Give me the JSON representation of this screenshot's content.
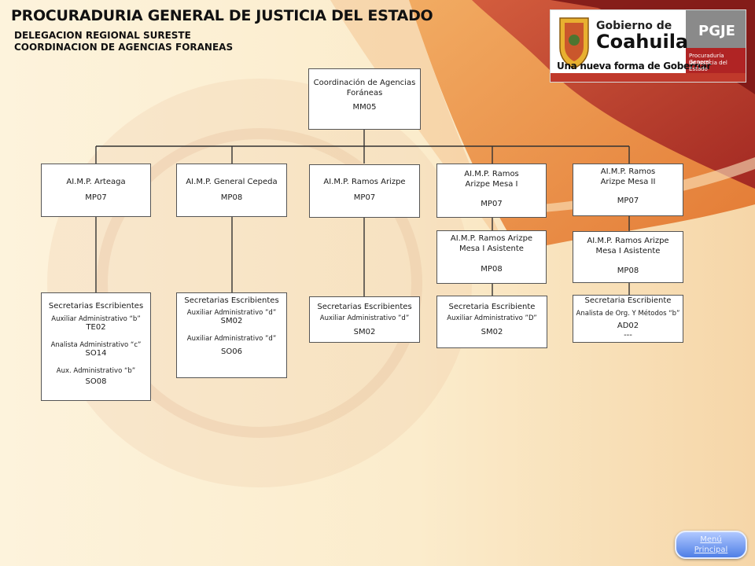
{
  "header": {
    "title": "PROCURADURIA GENERAL DE JUSTICIA DEL ESTADO",
    "subtitle1": "DELEGACION REGIONAL SURESTE",
    "subtitle2": "COORDINACION DE AGENCIAS FORANEAS"
  },
  "logo": {
    "gov_line1": "Gobierno de",
    "gov_line2": "Coahuila",
    "slogan": "Una nueva forma de Gobernar",
    "pgje": "PGJE",
    "pgje_line1": "Procuraduría General",
    "pgje_line2": "de Justicia del Estado"
  },
  "colors": {
    "orange": "#e8782c",
    "red": "#c0392b",
    "dark_red": "#8b1a1a",
    "cream": "#fbf0d8",
    "logo_gray": "#8a8a8a"
  },
  "org": {
    "root": {
      "title": "Coordinación  de Agencias Foráneas",
      "code": "MM05"
    },
    "agencies": [
      {
        "title": "AI.M.P. Arteaga",
        "code": "MP07"
      },
      {
        "title": "AI.M.P. General Cepeda",
        "code": "MP08"
      },
      {
        "title": "AI.M.P. Ramos Arizpe",
        "code": "MP07"
      },
      {
        "title": "AI.M.P. Ramos Arizpe Mesa I",
        "code": "MP07"
      },
      {
        "title": "AI.M.P. Ramos Arizpe Mesa II",
        "code": "MP07"
      }
    ],
    "assistants": [
      {
        "title": "AI.M.P. Ramos Arizpe Mesa I Asistente",
        "code": "MP08"
      },
      {
        "title": "AI.M.P. Ramos Arizpe Mesa I Asistente",
        "code": "MP08"
      }
    ],
    "secretaries": [
      {
        "title": "Secretarias Escribientes",
        "lines": [
          {
            "role": "Auxiliar Administrativo “b”",
            "code": "TE02"
          },
          {
            "role": "Analista Administrativo “c”",
            "code": "SO14"
          },
          {
            "role": "Aux. Administrativo “b”",
            "code": "SO08"
          }
        ]
      },
      {
        "title": "Secretarias Escribientes",
        "lines": [
          {
            "role": "Auxiliar Administrativo ”d”",
            "code": "SM02"
          },
          {
            "role": "Auxiliar Administrativo ”d”",
            "code": "SO06"
          }
        ]
      },
      {
        "title": "Secretarias Escribientes",
        "lines": [
          {
            "role": "Auxiliar Administrativo ”d”",
            "code": "SM02"
          }
        ]
      },
      {
        "title": "Secretaria Escribiente",
        "lines": [
          {
            "role": "Auxiliar Administrativo ”D”",
            "code": "SM02"
          }
        ]
      },
      {
        "title": "Secretaria Escribiente",
        "lines": [
          {
            "role": "Analista de Org. Y Métodos “b”",
            "code": "AD02"
          }
        ],
        "extra": "---"
      }
    ]
  },
  "nav": {
    "menu_line1": "Menú",
    "menu_line2": "Principal"
  }
}
